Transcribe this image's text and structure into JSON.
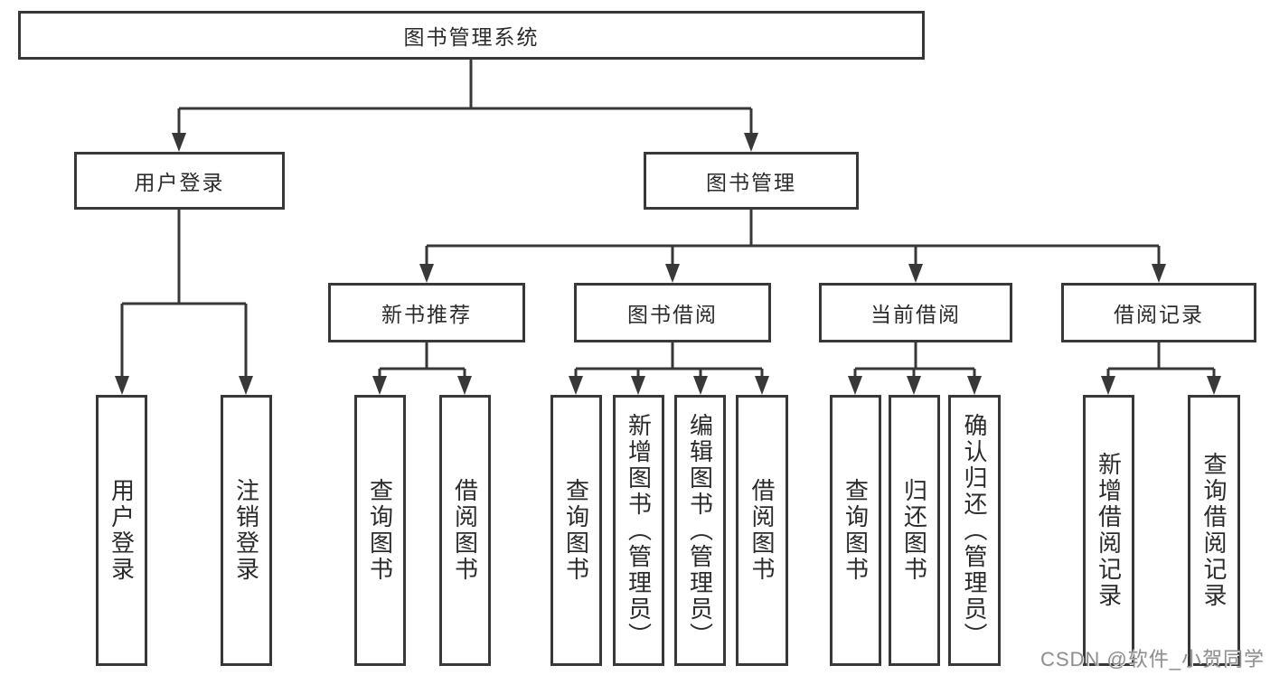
{
  "diagram": {
    "root": "图书管理系统",
    "user_login": {
      "label": "用户登录",
      "children": [
        "用户登录",
        "注销登录"
      ]
    },
    "book_management": {
      "label": "图书管理",
      "sections": [
        {
          "label": "新书推荐",
          "children": [
            "查询图书",
            "借阅图书"
          ]
        },
        {
          "label": "图书借阅",
          "children": [
            "查询图书",
            "新增图书（管理员）",
            "编辑图书（管理员）",
            "借阅图书"
          ]
        },
        {
          "label": "当前借阅",
          "children": [
            "查询图书",
            "归还图书",
            "确认归还（管理员）"
          ]
        },
        {
          "label": "借阅记录",
          "children": [
            "新增借阅记录",
            "查询借阅记录"
          ]
        }
      ]
    }
  },
  "watermark": {
    "text": "CSDN @软件_小贺同学"
  },
  "colors": {
    "line": "#383838",
    "border": "#383838",
    "text": "#2b2b2b",
    "background": "#ffffff",
    "watermark": "#8f8f8f"
  }
}
